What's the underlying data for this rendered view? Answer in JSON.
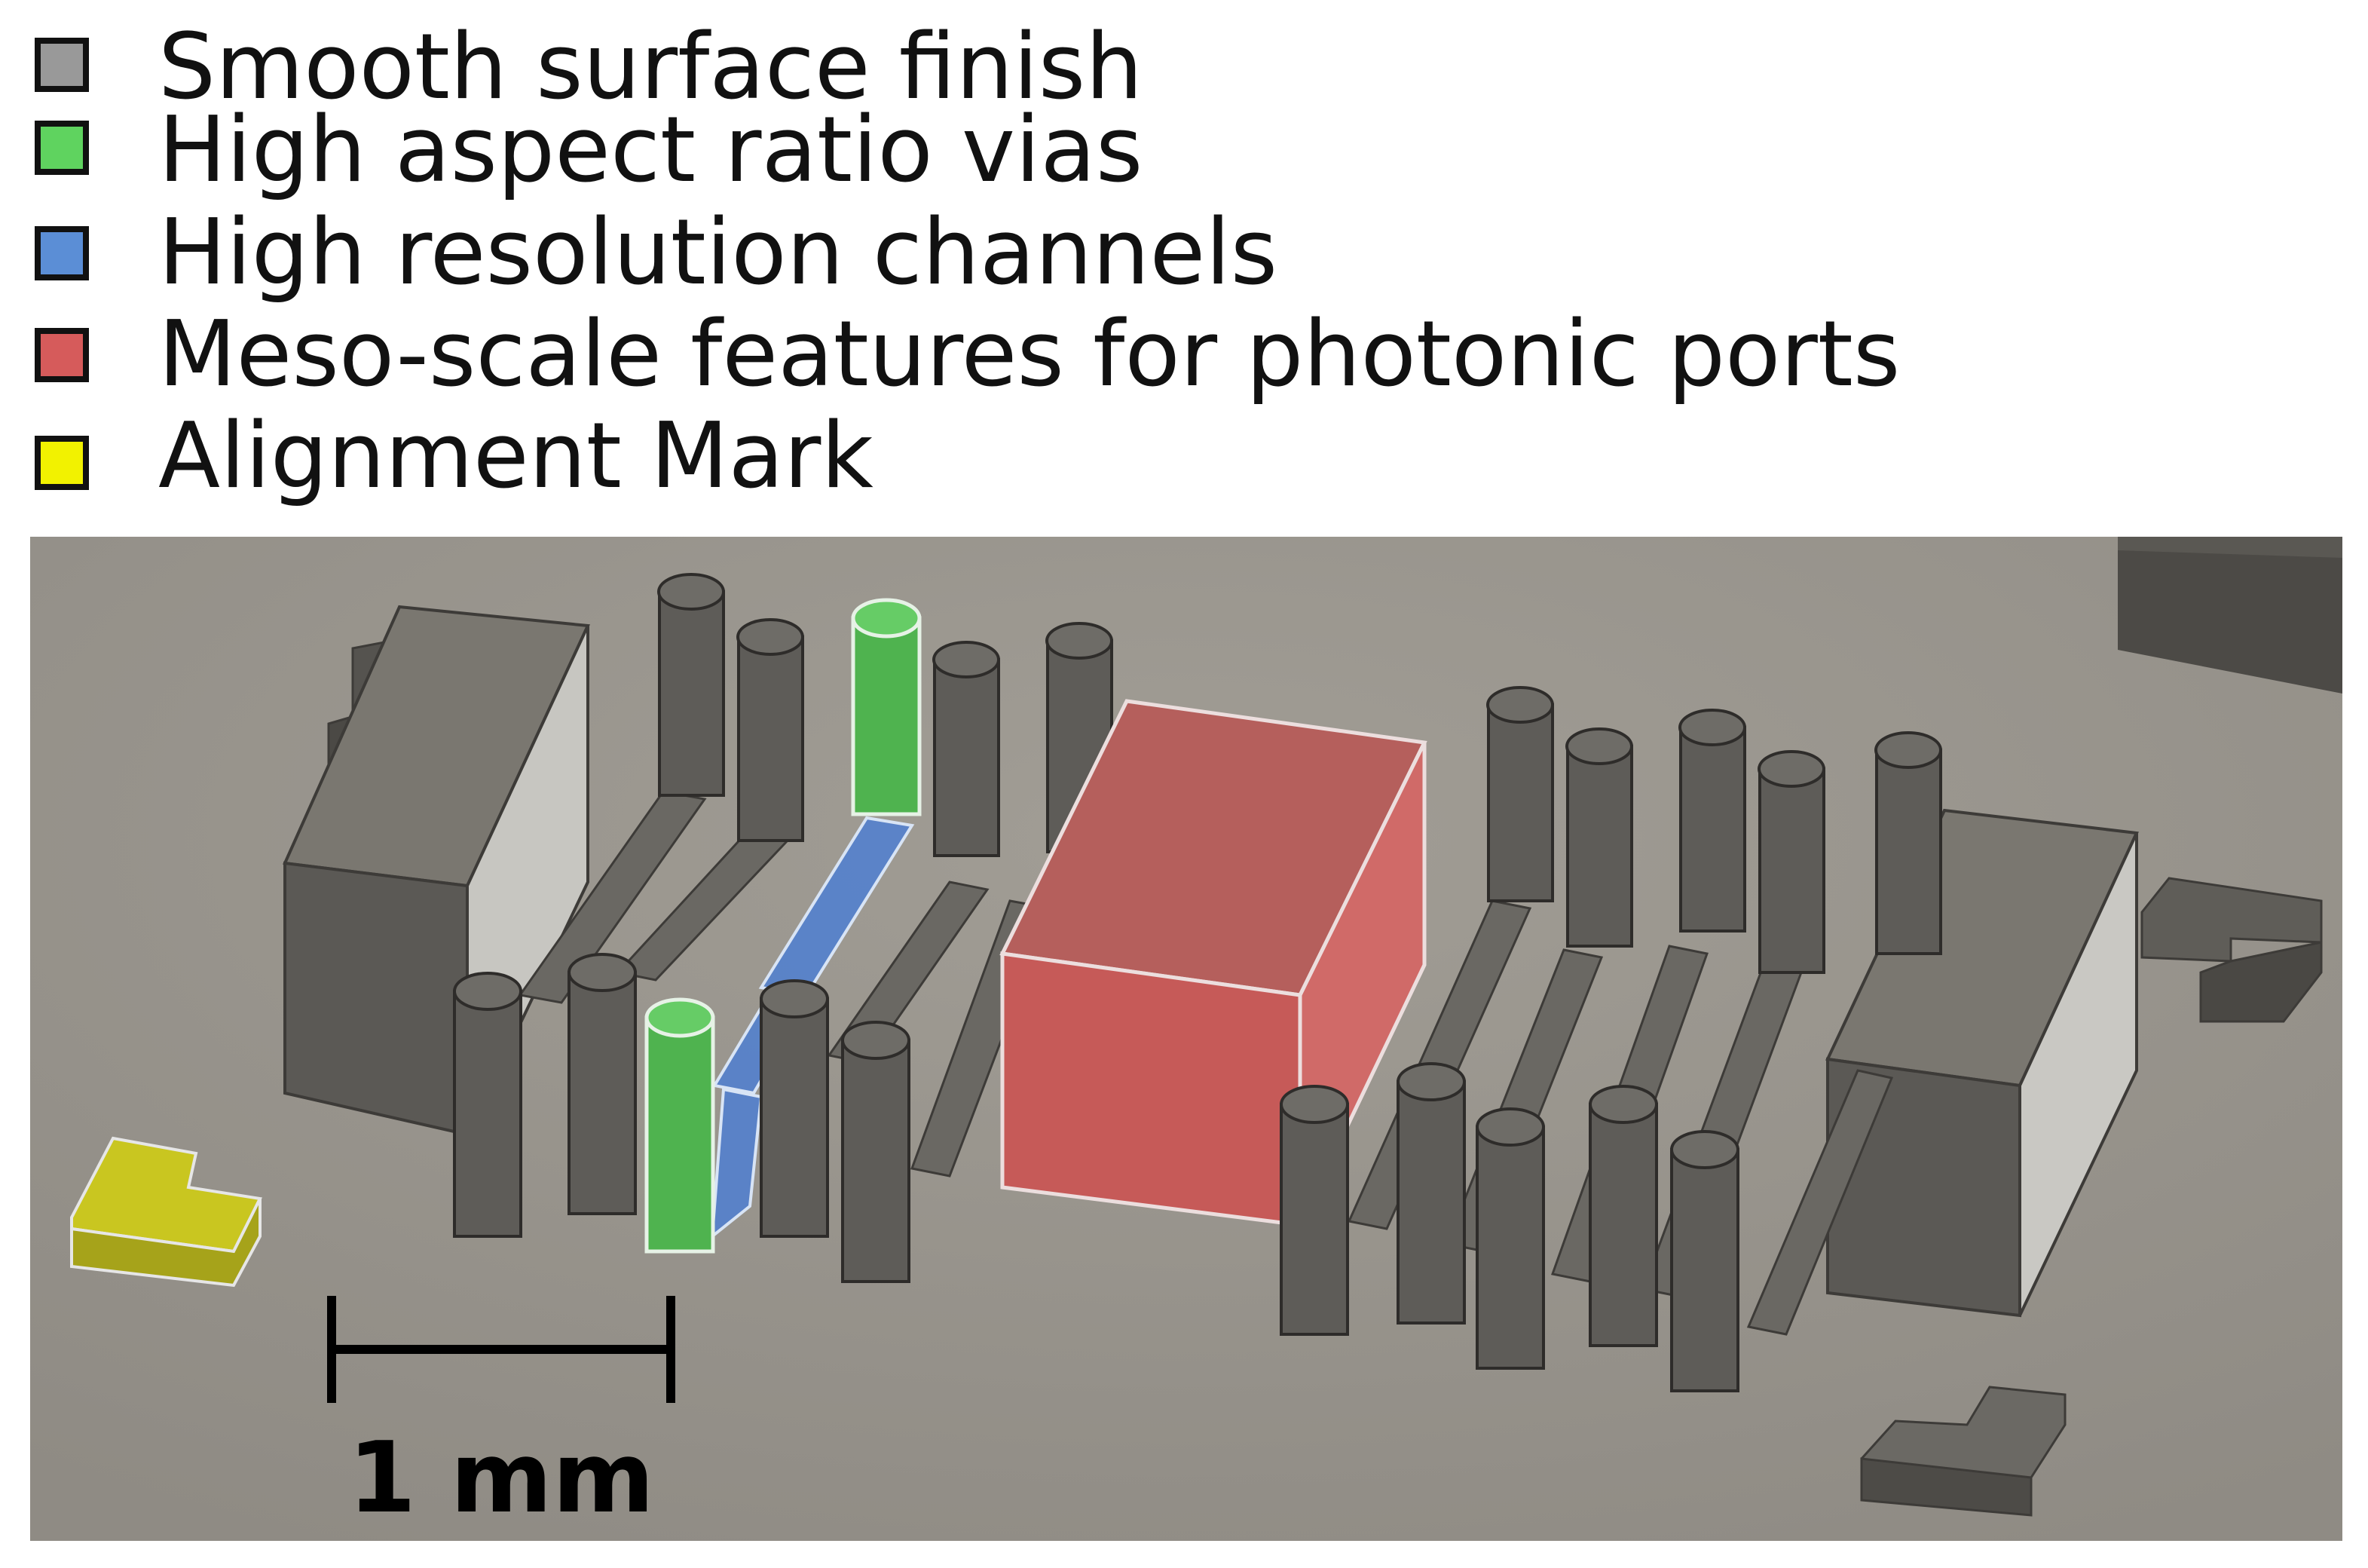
{
  "legend": [
    {
      "label": "Smooth surface finish",
      "color": "#999999"
    },
    {
      "label": "High aspect ratio vias",
      "color": "#5fd35f"
    },
    {
      "label": "High resolution channels",
      "color": "#5b8ed6"
    },
    {
      "label": "Meso-scale features for photonic ports",
      "color": "#d65b5b"
    },
    {
      "label": "Alignment Mark",
      "color": "#f2f200"
    }
  ],
  "scale_bar": {
    "label": "1 mm"
  },
  "colors": {
    "substrate": "#97938b",
    "block": "#5d5b56",
    "via": "#56d156",
    "channel": "#4f7fd1",
    "meso": "#cf5656",
    "alignment": "#d9d91a"
  }
}
